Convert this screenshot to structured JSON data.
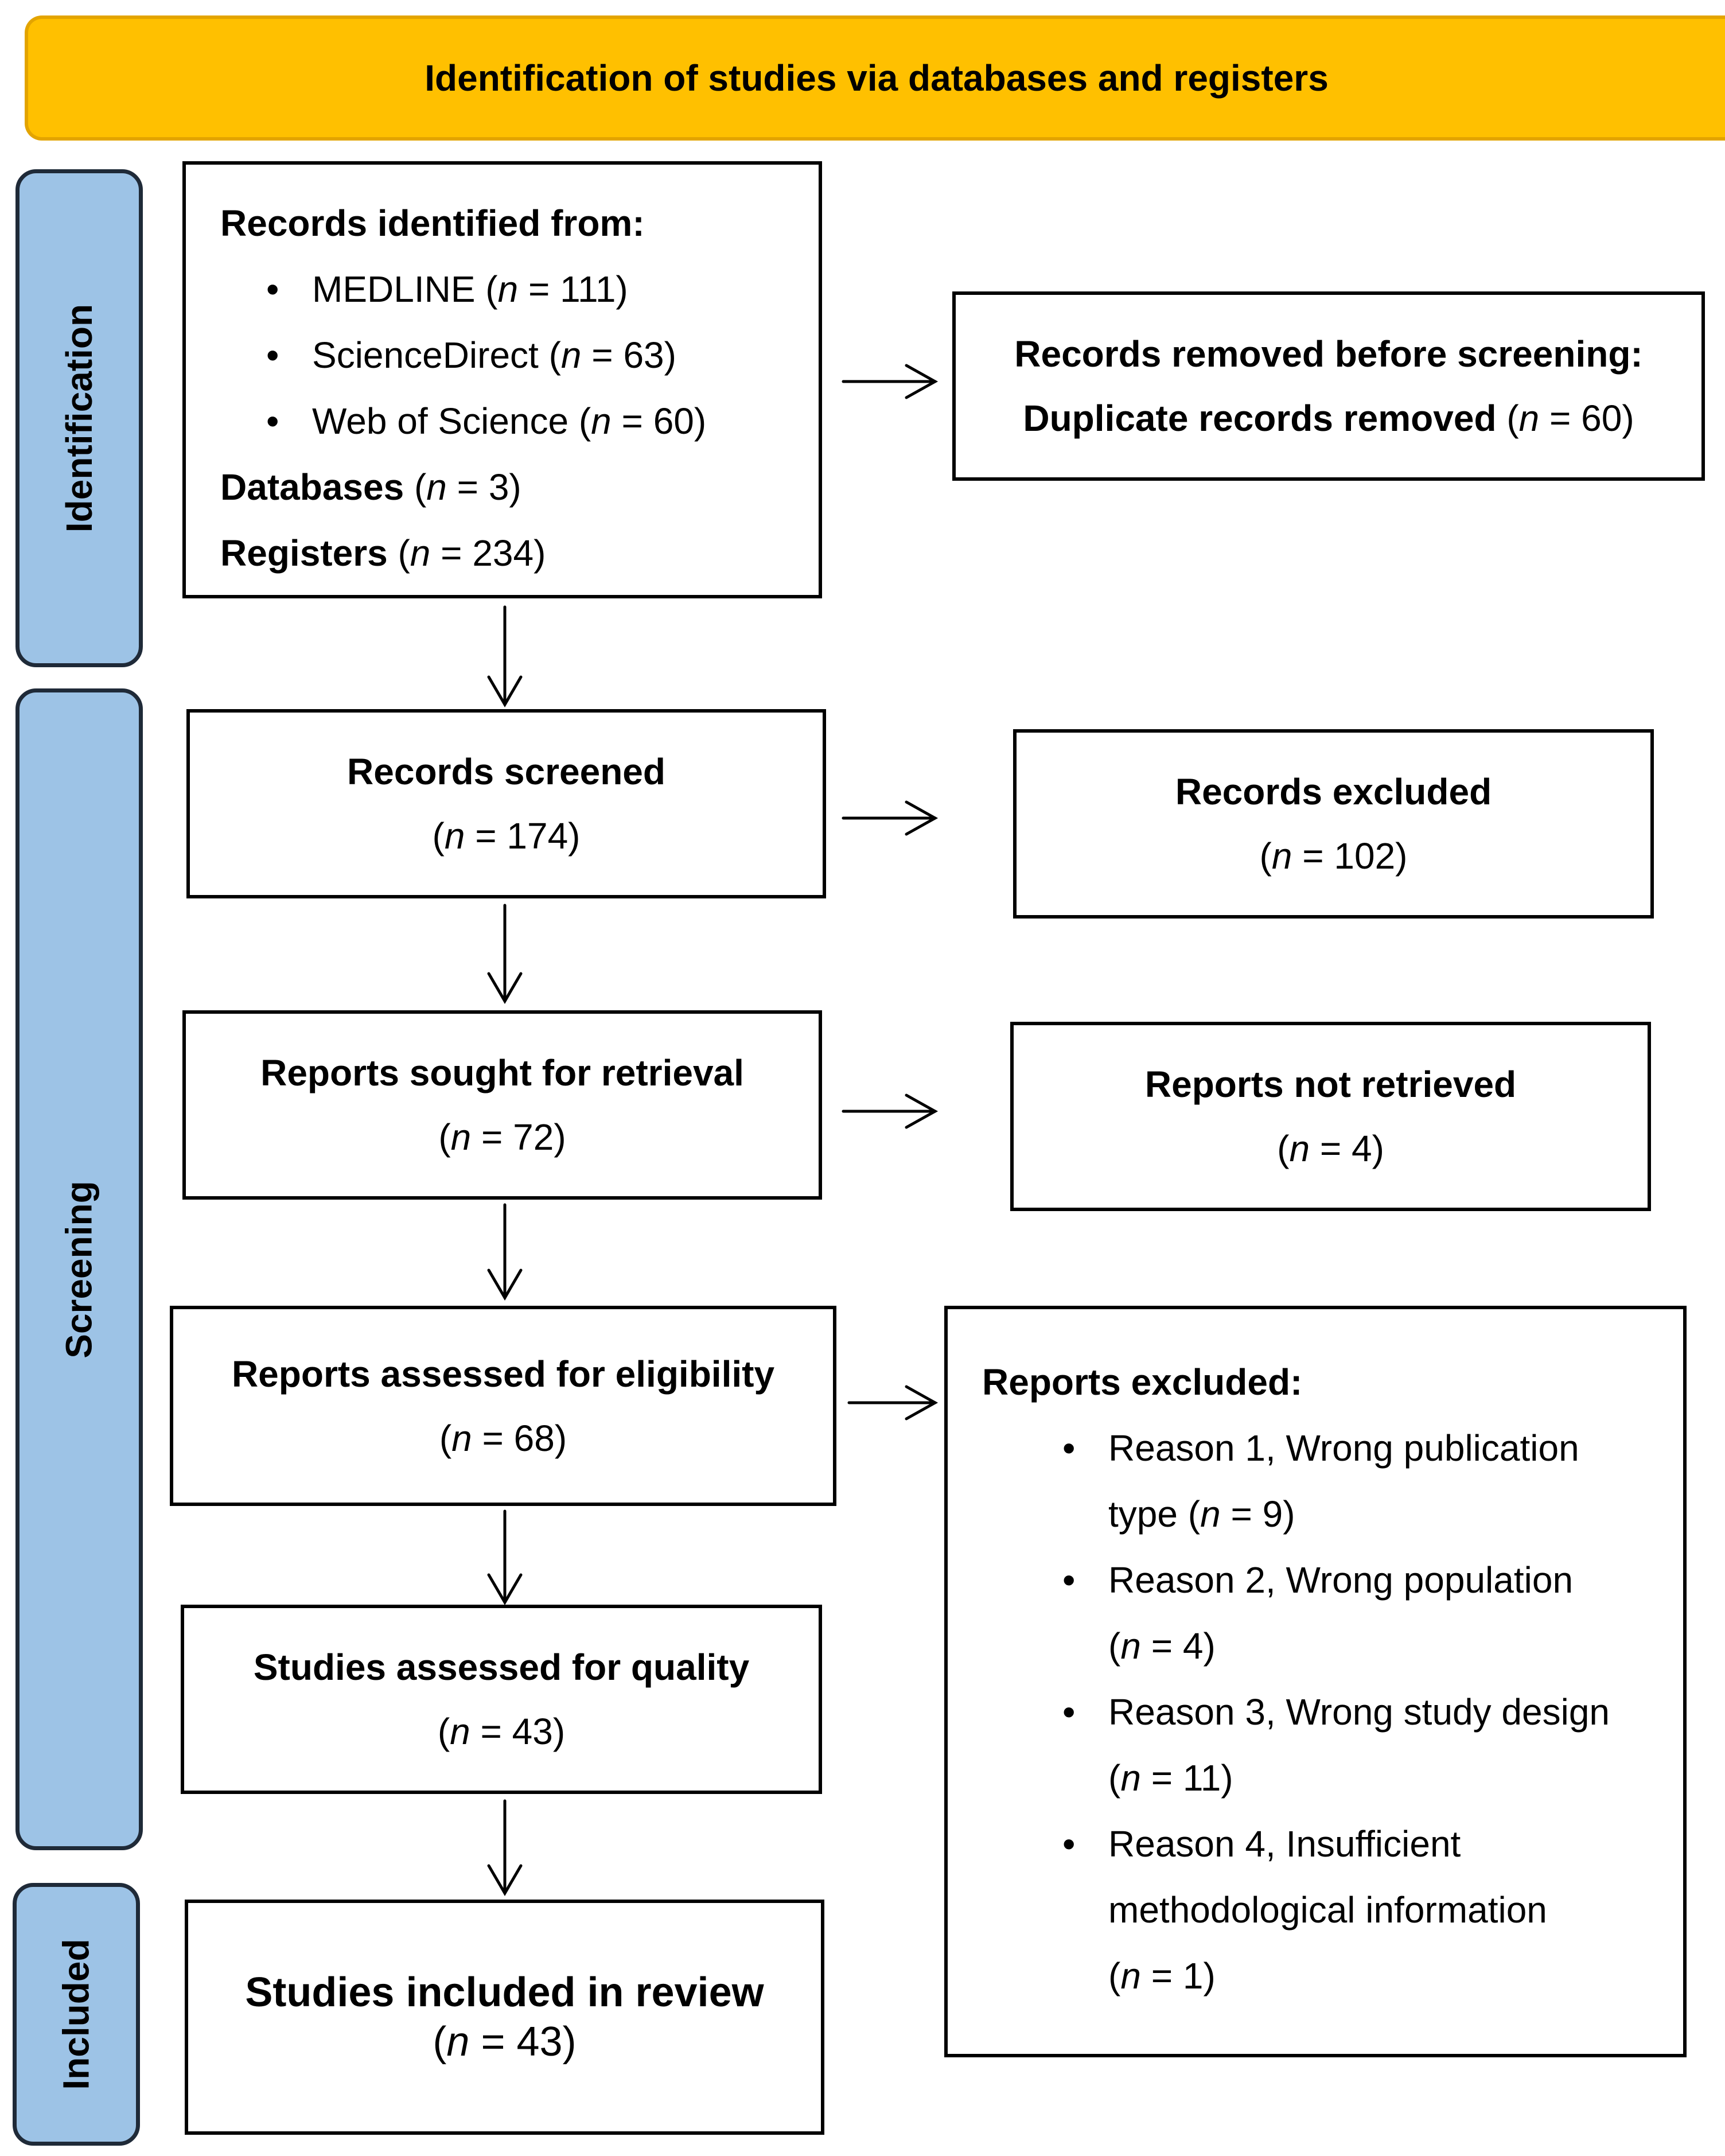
{
  "header": {
    "title": "Identification of studies via databases and registers"
  },
  "phases": {
    "identification": "Identification",
    "screening": "Screening",
    "included": "Included"
  },
  "records_identified": {
    "title": "Records identified from:",
    "sources": [
      {
        "name": "MEDLINE",
        "n": "111"
      },
      {
        "name": "ScienceDirect",
        "n": "63"
      },
      {
        "name": "Web of Science",
        "n": "60"
      }
    ],
    "databases_label": "Databases",
    "databases_n": "3",
    "registers_label": "Registers",
    "registers_n": "234"
  },
  "records_removed": {
    "title": "Records removed before screening:",
    "duplicates_label": "Duplicate records removed",
    "duplicates_n": "60"
  },
  "records_screened": {
    "title": "Records screened",
    "n": "174"
  },
  "records_excluded": {
    "title": "Records excluded",
    "n": "102"
  },
  "reports_sought": {
    "title": "Reports sought for retrieval",
    "n": "72"
  },
  "reports_not_retrieved": {
    "title": "Reports not retrieved",
    "n": "4"
  },
  "reports_assessed": {
    "title": "Reports assessed for eligibility",
    "n": "68"
  },
  "reports_excluded": {
    "title": "Reports excluded:",
    "reasons": [
      {
        "line1": "Reason 1, Wrong publication",
        "line2": "type",
        "n": "9"
      },
      {
        "line1": "Reason 2, Wrong population",
        "line2": "",
        "n": "4"
      },
      {
        "line1": "Reason 3, Wrong study design",
        "line2": "",
        "n": "11"
      },
      {
        "line1": "Reason 4, Insufficient",
        "line2": "methodological information",
        "n": "1"
      }
    ]
  },
  "studies_quality": {
    "title": "Studies assessed for quality",
    "n": "43"
  },
  "studies_included": {
    "title": "Studies included in review",
    "n": "43"
  },
  "n_symbol": "n",
  "colors": {
    "banner": "#FFC000",
    "phase": "#9DC3E6",
    "border": "#000000"
  }
}
